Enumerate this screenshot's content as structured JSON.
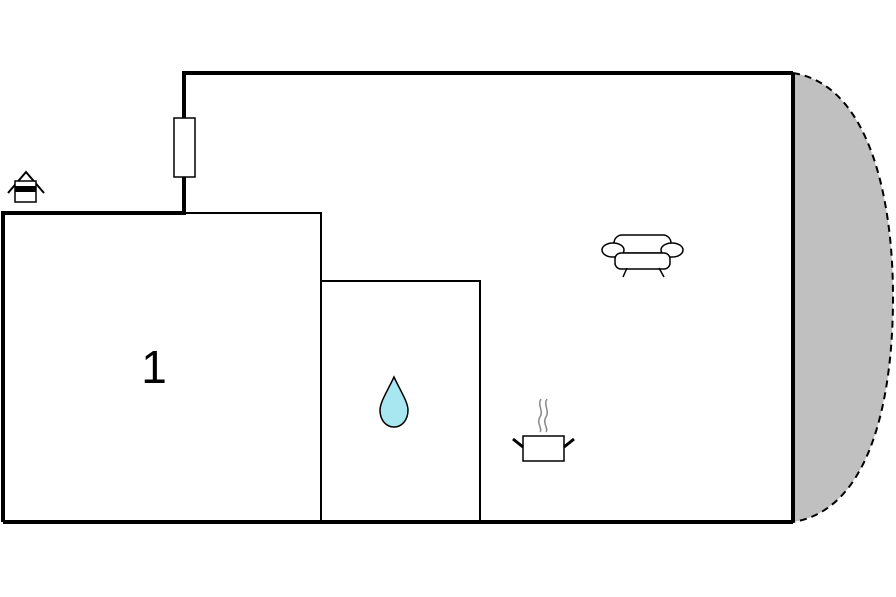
{
  "floorplan": {
    "rooms": [
      {
        "id": "bedroom",
        "label": "1"
      },
      {
        "id": "bathroom",
        "icon": "water-drop-icon"
      },
      {
        "id": "living-kitchen",
        "icons": [
          "sofa-icon",
          "cooking-pot-icon"
        ]
      }
    ],
    "terrace": {
      "icon": "terrace-area",
      "fill": "#c0c0c0"
    },
    "entrance": {
      "icon": "house-entrance-icon"
    },
    "colors": {
      "wall": "#000000",
      "water": "#a8e6f0",
      "terrace": "#c0c0c0",
      "steam": "#888888"
    }
  }
}
